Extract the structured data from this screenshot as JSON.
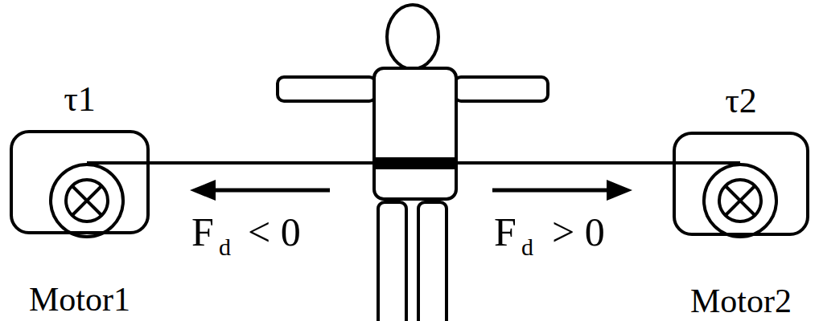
{
  "diagram": {
    "nodes": [
      {
        "text": [
          "τ1",
          "Motor1"
        ]
      },
      {
        "text": [
          "τ2",
          "Motor2"
        ]
      }
    ],
    "edges": [
      {
        "from": 0,
        "to": 1,
        "arrow": "none"
      }
    ],
    "labels": [
      "F",
      "d",
      "< 0",
      "F",
      "d",
      "> 0"
    ]
  }
}
